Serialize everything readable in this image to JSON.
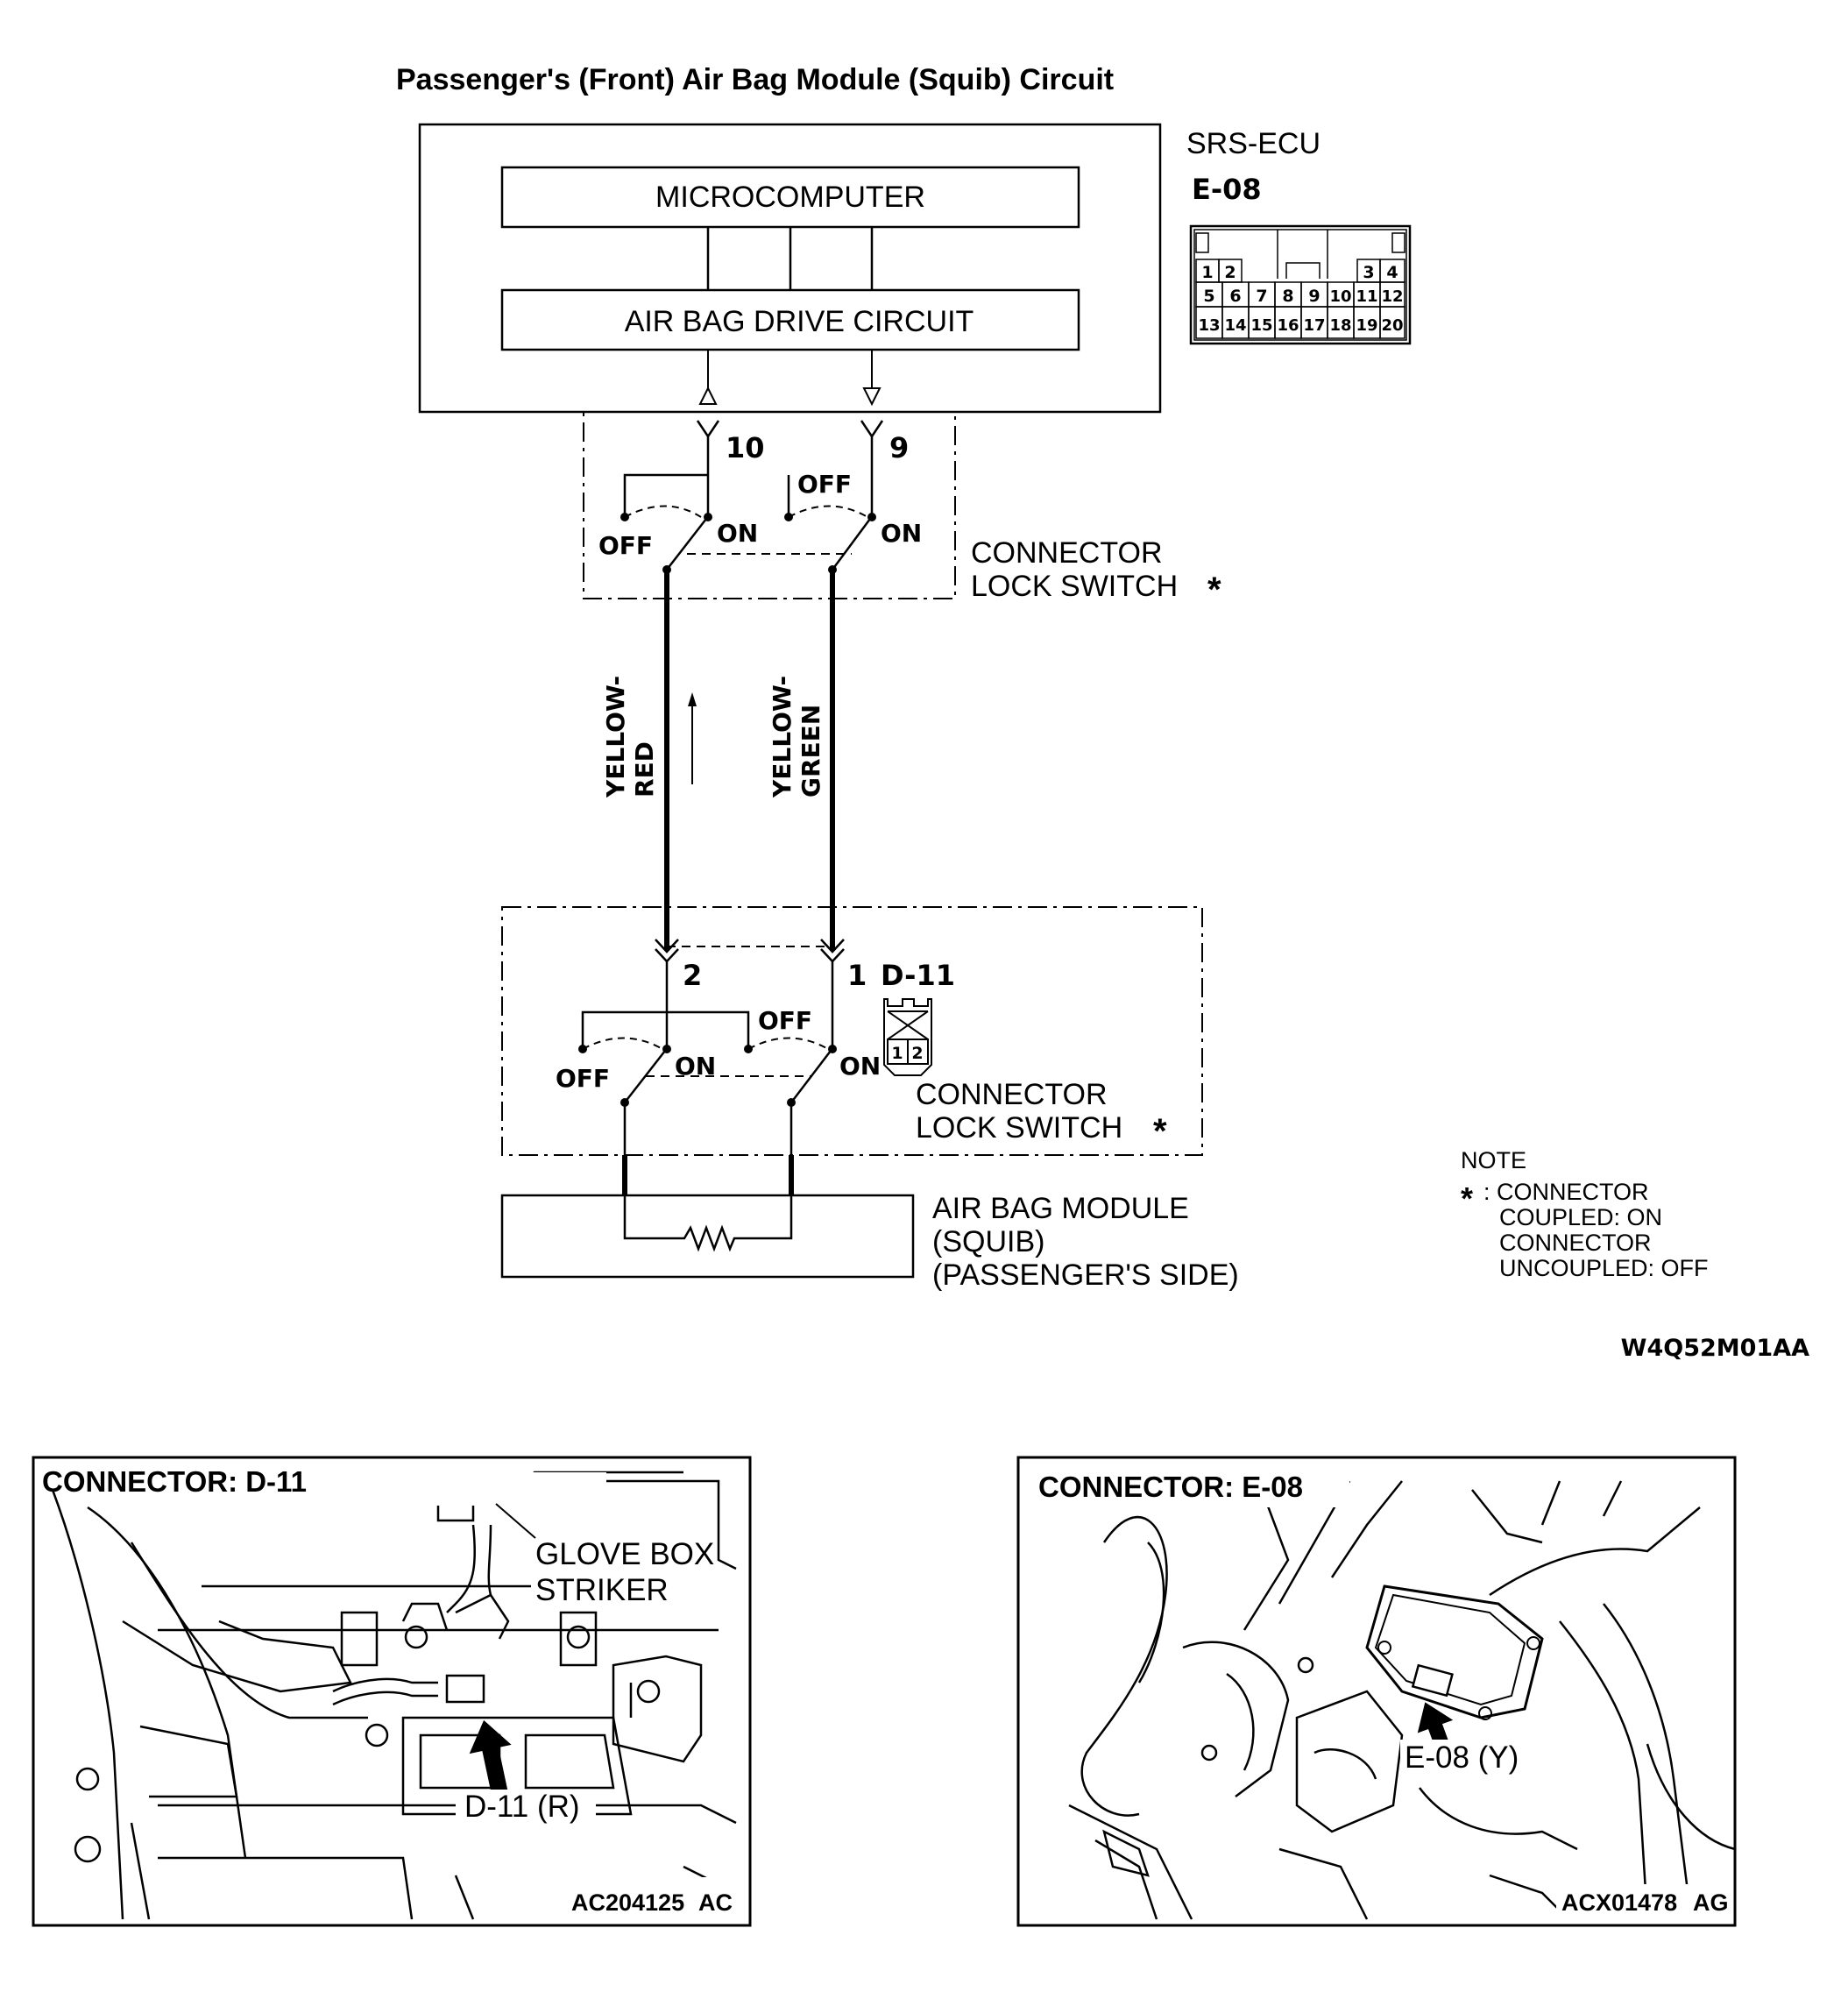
{
  "title": "Passenger's (Front) Air Bag Module (Squib) Circuit",
  "ecu": {
    "name": "SRS-ECU",
    "connector": "E-08",
    "microcomputer_label": "MICROCOMPUTER",
    "drive_circuit_label": "AIR BAG DRIVE CIRCUIT",
    "pin_a": "10",
    "pin_b": "9",
    "connector_pins_row1": [
      "1",
      "2",
      "3",
      "4"
    ],
    "connector_pins_row2": [
      "5",
      "6",
      "7",
      "8",
      "9",
      "10",
      "11",
      "12"
    ],
    "connector_pins_row3": [
      "13",
      "14",
      "15",
      "16",
      "17",
      "18",
      "19",
      "20"
    ]
  },
  "upper_switch": {
    "label_line1": "CONNECTOR",
    "label_line2": "LOCK SWITCH",
    "asterisk": "*",
    "off_label": "OFF",
    "on_label": "ON"
  },
  "wires": {
    "left_line1": "YELLOW-",
    "left_line2": "RED",
    "right_line1": "YELLOW-",
    "right_line2": "GREEN"
  },
  "lower_switch": {
    "connector": "D-11",
    "pin_a": "2",
    "pin_b": "1",
    "label_line1": "CONNECTOR",
    "label_line2": "LOCK SWITCH",
    "asterisk": "*",
    "off_label": "OFF",
    "on_label": "ON",
    "connector_pins": [
      "1",
      "2"
    ]
  },
  "module": {
    "line1": "AIR BAG MODULE",
    "line2": "(SQUIB)",
    "line3": "(PASSENGER'S SIDE)"
  },
  "note": {
    "heading": "NOTE",
    "asterisk": "*",
    "line1": ": CONNECTOR",
    "line2": "COUPLED: ON",
    "line3": "CONNECTOR",
    "line4": "UNCOUPLED: OFF"
  },
  "figure_code": "W4Q52M01AA",
  "panel_left": {
    "heading": "CONNECTOR: D-11",
    "callout_line1": "GLOVE BOX",
    "callout_line2": "STRIKER",
    "connector_label": "D-11 (R)",
    "code": "AC204125",
    "code_suffix": "AC"
  },
  "panel_right": {
    "heading": "CONNECTOR: E-08",
    "connector_label": "E-08 (Y)",
    "code": "ACX01478",
    "code_suffix": "AG"
  },
  "colors": {
    "ink": "#000000",
    "background": "#ffffff"
  }
}
